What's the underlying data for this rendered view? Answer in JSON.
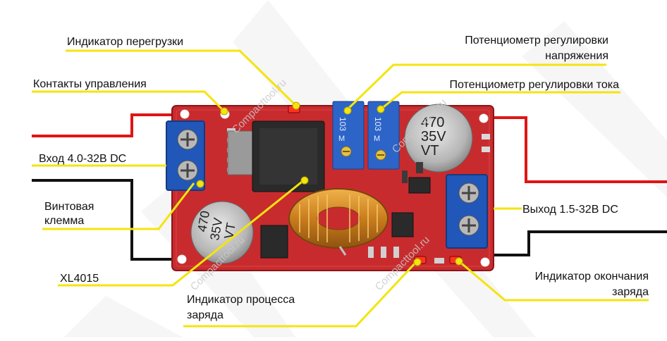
{
  "labels": {
    "overload_indicator": "Индикатор перегрузки",
    "control_pins": "Контакты управления",
    "input": "Вход 4.0-32В DC",
    "screw_terminal_line1": "Винтовая",
    "screw_terminal_line2": "клемма",
    "chip": "XL4015",
    "charge_process_line1": "Индикатор процесса",
    "charge_process_line2": "заряда",
    "voltage_pot_line1": "Потенциометр регулировки",
    "voltage_pot_line2": "напряжения",
    "current_pot": "Потенциометр регулировки тока",
    "output": "Выход 1.5-32В DC",
    "charge_done_line1": "Индикатор окончания",
    "charge_done_line2": "заряда"
  },
  "components": {
    "pot_codes": [
      "103",
      "103"
    ],
    "pot_codes_side": [
      "M",
      "M"
    ],
    "capacitor_top": [
      "470",
      "35V",
      "VT"
    ],
    "capacitor_bottom": [
      "470",
      "35V",
      "VT"
    ]
  },
  "watermark": "Compacttool.ru",
  "colors": {
    "pcb": "#c82b2e",
    "pcb_dark": "#9f1c20",
    "terminal": "#2057b8",
    "leader": "#f4e40f",
    "wire_red": "#e01515",
    "wire_black": "#111111",
    "coil": "#d38d2a",
    "trimmer": "#2c64c8"
  }
}
